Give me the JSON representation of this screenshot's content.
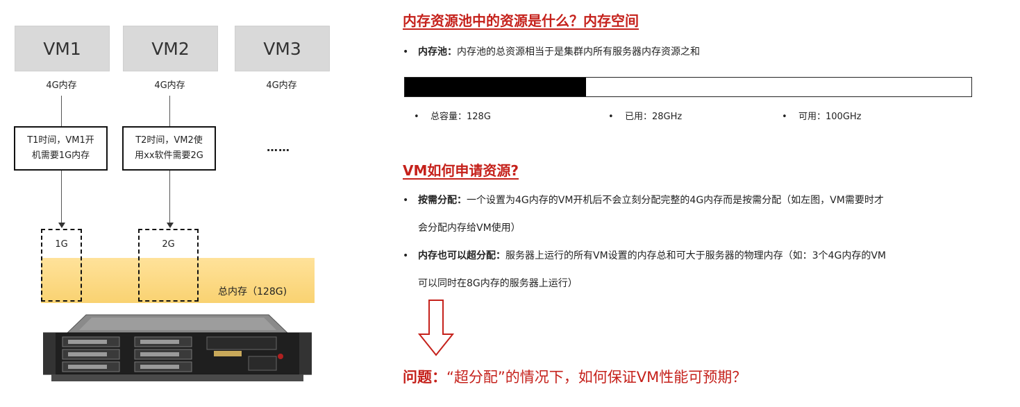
{
  "diagram": {
    "vms": [
      {
        "name": "VM1",
        "memory": "4G内存"
      },
      {
        "name": "VM2",
        "memory": "4G内存"
      },
      {
        "name": "VM3",
        "memory": "4G内存"
      }
    ],
    "events": [
      {
        "line1": "T1时间，VM1开",
        "line2": "机需要1G内存"
      },
      {
        "line1": "T2时间，VM2使",
        "line2": "用xx软件需要2G"
      }
    ],
    "ellipsis": "……",
    "allocations": [
      "1G",
      "2G"
    ],
    "pool_label": "总内存（128G)"
  },
  "section1": {
    "title": "内存资源池中的资源是什么？内存空间",
    "bullet_label": "内存池：",
    "bullet_text": "内存池的总资源相当于是集群内所有服务器内存资源之和",
    "usage_fraction": 0.32,
    "stats": [
      {
        "label": "总容量：128G"
      },
      {
        "label": "已用：28GHz"
      },
      {
        "label": "可用：100GHz"
      }
    ]
  },
  "section2": {
    "title": "VM如何申请资源?",
    "items": [
      {
        "label": "按需分配：",
        "line1": "一个设置为4G内存的VM开机后不会立刻分配完整的4G内存而是按需分配（如左图，VM需要时才",
        "line2": "会分配内存给VM使用）"
      },
      {
        "label": "内存也可以超分配：",
        "line1": "服务器上运行的所有VM设置的内存总和可大于服务器的物理内存（如：3个4G内存的VM",
        "line2": "可以同时在8G内存的服务器上运行）"
      }
    ]
  },
  "question": {
    "label": "问题：",
    "text": "“超分配”的情况下，如何保证VM性能可预期？"
  },
  "colors": {
    "accent_red": "#c5211b",
    "pool_yellow": "#f9d271",
    "vm_gray": "#d9d9d9"
  },
  "icons": {
    "server": "rack-server-icon",
    "down_arrow": "outline-down-arrow-icon"
  }
}
